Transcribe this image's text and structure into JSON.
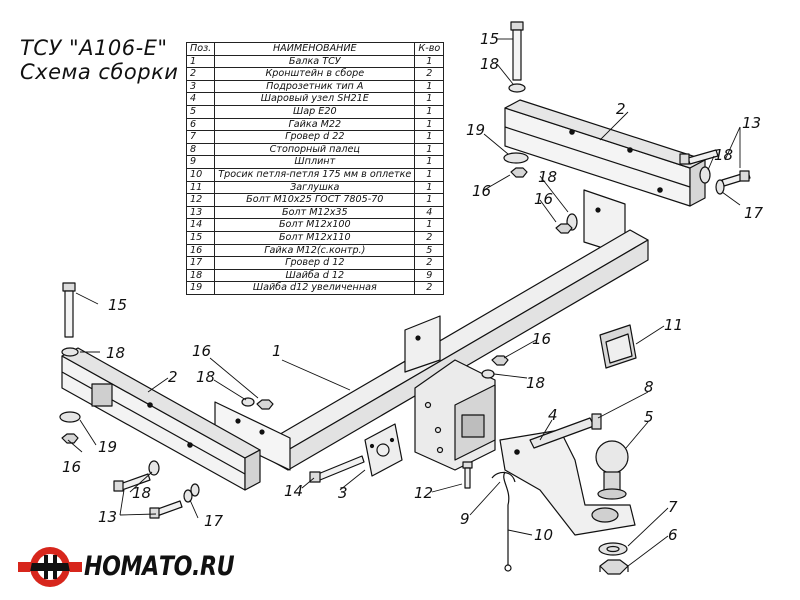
{
  "title_line1": "ТСУ \"А106-Е\"",
  "title_line2": "Схема сборки",
  "table": {
    "headers": [
      "Поз.",
      "НАИМЕНОВАНИЕ",
      "К-во"
    ],
    "rows": [
      {
        "pos": "1",
        "name": "Балка ТСУ",
        "qty": "1"
      },
      {
        "pos": "2",
        "name": "Кронштейн в сборе",
        "qty": "2"
      },
      {
        "pos": "3",
        "name": "Подрозетник тип А",
        "qty": "1"
      },
      {
        "pos": "4",
        "name": "Шаровый узел SH21E",
        "qty": "1"
      },
      {
        "pos": "5",
        "name": "Шар Е20",
        "qty": "1"
      },
      {
        "pos": "6",
        "name": "Гайка М22",
        "qty": "1"
      },
      {
        "pos": "7",
        "name": "Гровер d 22",
        "qty": "1"
      },
      {
        "pos": "8",
        "name": "Стопорный палец",
        "qty": "1"
      },
      {
        "pos": "9",
        "name": "Шплинт",
        "qty": "1"
      },
      {
        "pos": "10",
        "name": "Тросик петля-петля 175 мм в оплетке",
        "qty": "1"
      },
      {
        "pos": "11",
        "name": "Заглушка",
        "qty": "1"
      },
      {
        "pos": "12",
        "name": "Болт М10х25 ГОСТ 7805-70",
        "qty": "1"
      },
      {
        "pos": "13",
        "name": "Болт М12х35",
        "qty": "4"
      },
      {
        "pos": "14",
        "name": "Болт М12х100",
        "qty": "1"
      },
      {
        "pos": "15",
        "name": "Болт М12х110",
        "qty": "2"
      },
      {
        "pos": "16",
        "name": "Гайка М12(с.контр.)",
        "qty": "5"
      },
      {
        "pos": "17",
        "name": "Гровер d 12",
        "qty": "2"
      },
      {
        "pos": "18",
        "name": "Шайба d 12",
        "qty": "9"
      },
      {
        "pos": "19",
        "name": "Шайба d12 увеличенная",
        "qty": "2"
      }
    ]
  },
  "callouts": {
    "c15_top": "15",
    "c18_top": "18",
    "c2_top": "2",
    "c19_right": "19",
    "c16_right": "16",
    "c18_right": "18",
    "c16_mid": "16",
    "c13_right": "13",
    "c18_far": "18",
    "c17_right": "17",
    "c15_left": "15",
    "c18_left": "18",
    "c2_left": "2",
    "c19_left": "19",
    "c16_left": "16",
    "c13_left": "13",
    "c18_bl": "18",
    "c17_left": "17",
    "c1": "1",
    "c16_c": "16",
    "c18_c": "18",
    "c16_cr": "16",
    "c18_cr": "18",
    "c14": "14",
    "c3": "3",
    "c12": "12",
    "c9": "9",
    "c10": "10",
    "c4": "4",
    "c8": "8",
    "c5": "5",
    "c11": "11",
    "c7": "7",
    "c6": "6"
  },
  "logo": {
    "text": "НОМАТО.RU",
    "icon": "homato-logo-icon",
    "colors": {
      "red": "#d7261c",
      "black": "#111111"
    }
  }
}
